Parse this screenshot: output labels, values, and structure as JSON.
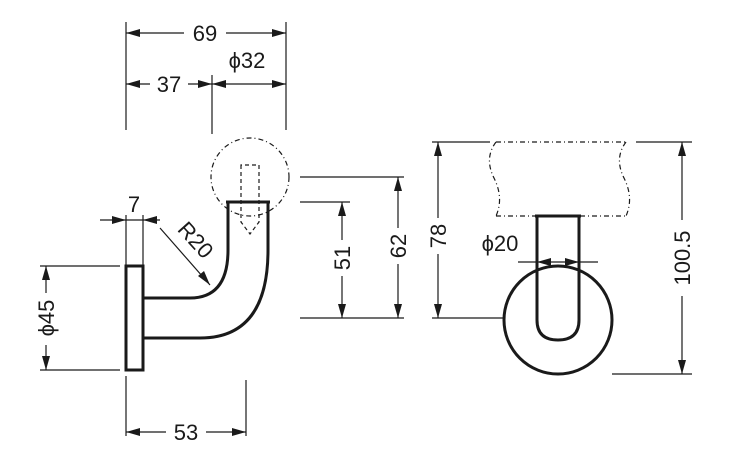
{
  "dimensions": {
    "overall_width": "69",
    "offset_37": "37",
    "rail_diameter": "ϕ32",
    "bracket_thickness": "7",
    "bend_radius": "R20",
    "base_diameter": "ϕ45",
    "projection": "53",
    "height_51": "51",
    "height_62": "62",
    "height_78": "78",
    "arm_diameter": "ϕ20",
    "overall_height": "100.5"
  }
}
